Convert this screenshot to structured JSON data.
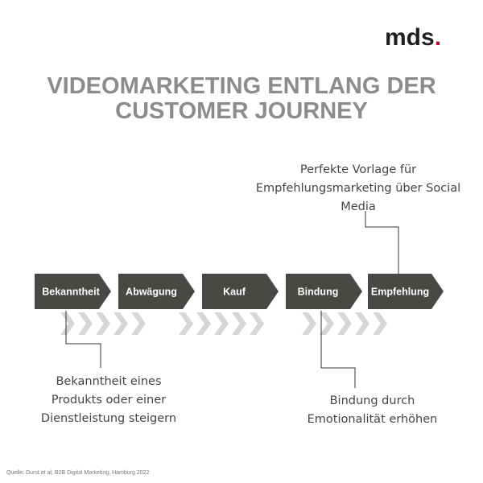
{
  "brand": {
    "name": "mds",
    "dot": ".",
    "accent_color": "#c8102e"
  },
  "title": {
    "line1": "VIDEOMARKETING ENTLANG DER",
    "line2": "CUSTOMER JOURNEY"
  },
  "steps": [
    {
      "label": "Bekanntheit"
    },
    {
      "label": "Abwägung"
    },
    {
      "label": "Kauf"
    },
    {
      "label": "Bindung"
    },
    {
      "label": "Empfehlung"
    }
  ],
  "annotations": {
    "top": {
      "target_step": "Empfehlung",
      "lines": [
        "Perfekte Vorlage für",
        "Empfehlungsmarketing über Social",
        "Media"
      ]
    },
    "bottom_left": {
      "target_step": "Bekanntheit",
      "lines": [
        "Bekanntheit eines",
        "Produkts oder einer",
        "Dienstleistung steigern"
      ]
    },
    "bottom_right": {
      "target_step": "Bindung",
      "lines": [
        "Bindung durch",
        "Emotionalität erhöhen"
      ]
    }
  },
  "colors": {
    "step_fill": "#4a4845",
    "chevron": "#d6d6d6",
    "title": "#8c8c8c",
    "line": "#333333"
  },
  "source": "Quelle: Durst et al, B2B Digital Marketing, Hamburg 2022"
}
